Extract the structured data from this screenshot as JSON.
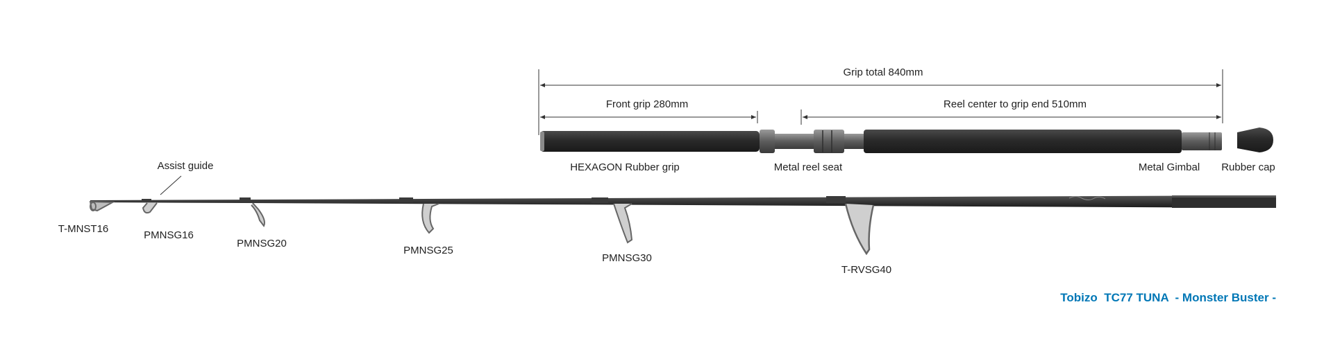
{
  "dimensions": {
    "grip_total": "Grip total 840mm",
    "front_grip": "Front grip 280mm",
    "reel_center": "Reel center to grip end 510mm"
  },
  "parts": {
    "hexagon_grip": "HEXAGON Rubber grip",
    "reel_seat": "Metal reel seat",
    "gimbal": "Metal Gimbal",
    "rubber_cap": "Rubber cap"
  },
  "guides": {
    "assist": "Assist guide",
    "labels": [
      "T-MNST16",
      "PMNSG16",
      "PMNSG20",
      "PMNSG25",
      "PMNSG30",
      "T-RVSG40"
    ]
  },
  "product_title": "Tobizo  TC77 TUNA  - Monster Buster -",
  "colors": {
    "title": "#0077b6",
    "blank": "#2a2a2a",
    "grip": "#2b2b2b",
    "metal": "#6e6e6e"
  }
}
